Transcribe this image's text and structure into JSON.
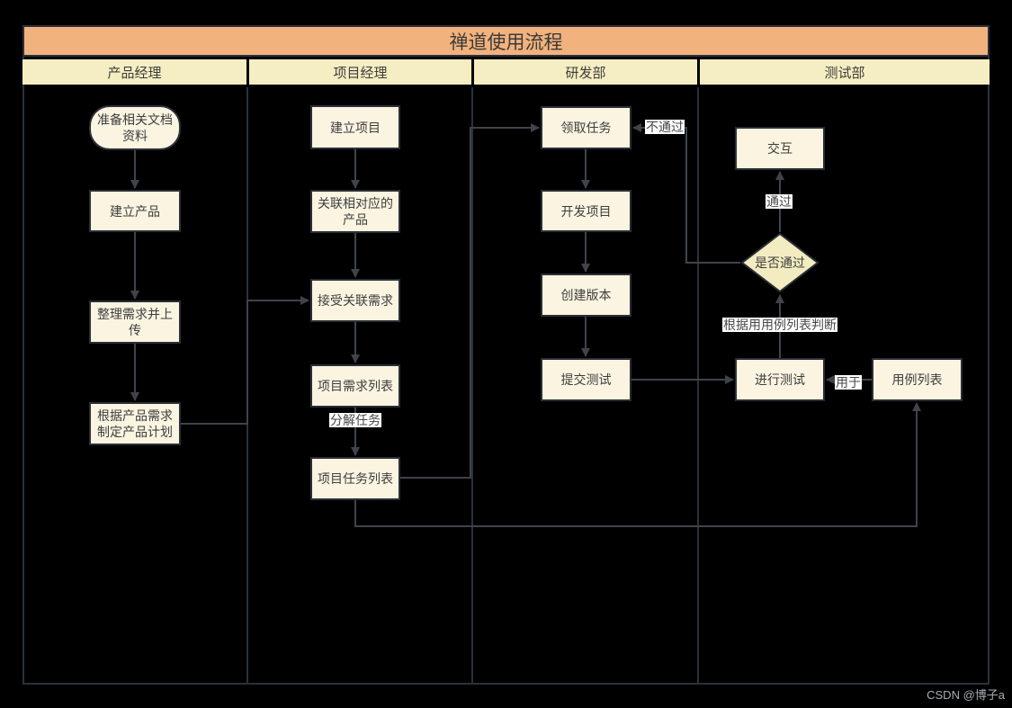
{
  "title": "禅道使用流程",
  "lanes": [
    {
      "title": "产品经理"
    },
    {
      "title": "项目经理"
    },
    {
      "title": "研发部"
    },
    {
      "title": "测试部"
    }
  ],
  "nodes": {
    "prepare_docs": {
      "label": "准备相关文档\n资料",
      "shape": "stadium"
    },
    "create_product": {
      "label": "建立产品",
      "shape": "rect"
    },
    "organize_requirements": {
      "label": "整理需求并上\n传",
      "shape": "rect"
    },
    "make_product_plan": {
      "label": "根据产品需求\n制定产品计划",
      "shape": "rect"
    },
    "create_project": {
      "label": "建立项目",
      "shape": "rect"
    },
    "link_product": {
      "label": "关联相对应的\n产品",
      "shape": "rect"
    },
    "accept_requirements": {
      "label": "接受关联需求",
      "shape": "rect"
    },
    "project_requirement_list": {
      "label": "项目需求列表",
      "shape": "rect"
    },
    "project_task_list": {
      "label": "项目任务列表",
      "shape": "rect"
    },
    "claim_task": {
      "label": "领取任务",
      "shape": "rect"
    },
    "develop_project": {
      "label": "开发项目",
      "shape": "rect"
    },
    "create_build": {
      "label": "创建版本",
      "shape": "rect"
    },
    "submit_test": {
      "label": "提交测试",
      "shape": "rect"
    },
    "interact": {
      "label": "交互",
      "shape": "rect"
    },
    "pass_or_not": {
      "label": "是否通过",
      "shape": "diamond"
    },
    "run_test": {
      "label": "进行测试",
      "shape": "rect"
    },
    "use_case_list": {
      "label": "用例列表",
      "shape": "rect"
    }
  },
  "edge_labels": {
    "decompose_task": "分解任务",
    "not_pass": "不通过",
    "pass": "通过",
    "judge_by_use_case": "根据用用例列表判断",
    "used_for": "用于"
  },
  "watermark": "CSDN @博子a",
  "colors": {
    "title_bar": "#f2b27d",
    "lane_header": "#f5eec2",
    "node_fill": "#faf4e1",
    "diamond_fill": "#f2ecc0",
    "node_border": "#2a2e37",
    "grid_line": "#2a323c",
    "connector": "#3f434b",
    "background": "#000000",
    "label_chip_bg": "#ffffff"
  }
}
